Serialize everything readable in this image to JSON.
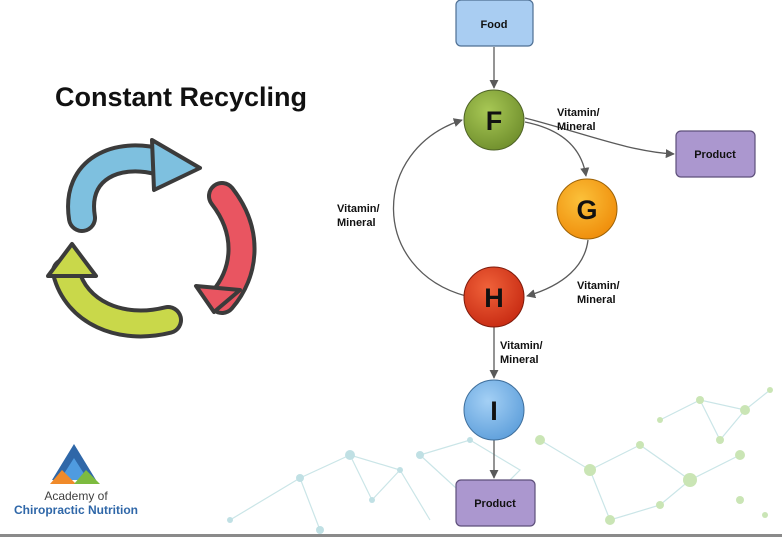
{
  "title": "Constant Recycling",
  "logo": {
    "line1": "Academy of",
    "line2": "Chiropractic Nutrition"
  },
  "nodes": {
    "food": "Food",
    "product_right": "Product",
    "product_bottom": "Product",
    "f": "F",
    "g": "G",
    "h": "H",
    "i": "I"
  },
  "edge_labels": {
    "f_to_g": [
      "Vitamin/",
      "Mineral"
    ],
    "g_to_h": [
      "Vitamin/",
      "Mineral"
    ],
    "h_to_f": [
      "Vitamin/",
      "Mineral"
    ],
    "h_to_i": [
      "Vitamin/",
      "Mineral"
    ]
  },
  "colors": {
    "box_fill": "#a9cdf2",
    "box_stroke": "#4e6f93",
    "product_fill": "#ab97cf",
    "product_stroke": "#5d4f7a",
    "f_fill": "#8cad3e",
    "g_fill": "#f7a51b",
    "h_fill": "#e4391c",
    "i_fill": "#7eb8ec",
    "arrow_blue": "#7ec0df",
    "arrow_red": "#e95561",
    "arrow_green": "#c9d84a",
    "logo_text": "#2f67a8"
  }
}
